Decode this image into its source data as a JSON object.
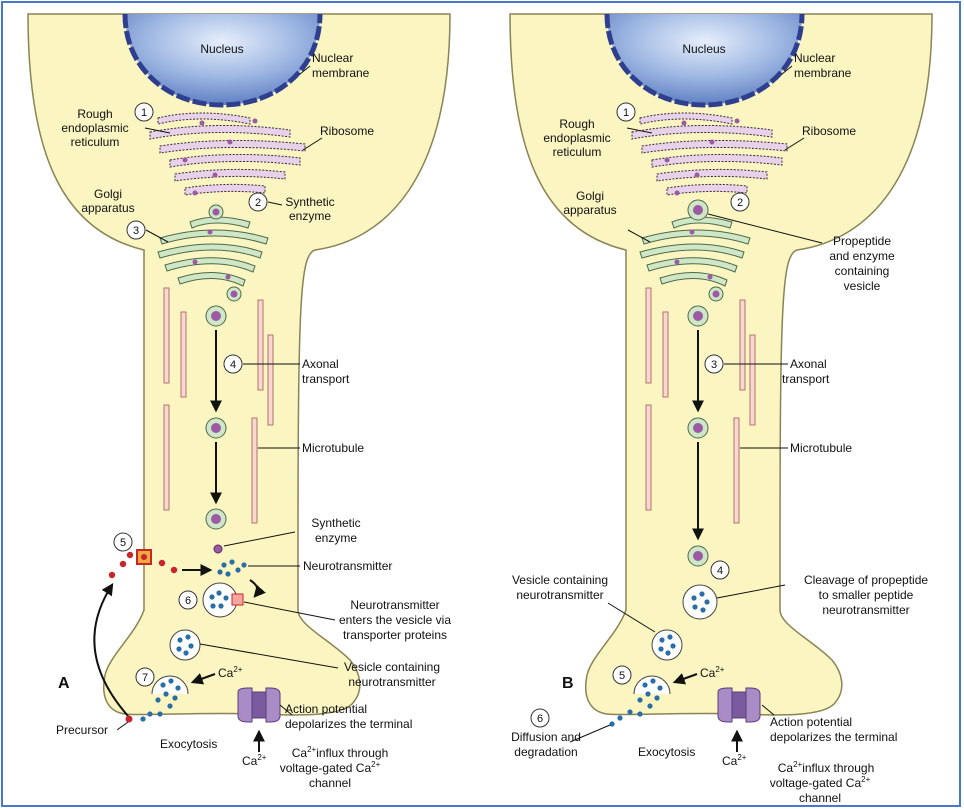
{
  "panel_a": {
    "letter": "A",
    "nucleus": "Nucleus",
    "nuclear_membrane": [
      "Nuclear",
      "membrane"
    ],
    "rough_er": [
      "Rough",
      "endoplasmic",
      "reticulum"
    ],
    "ribosome": "Ribosome",
    "golgi": [
      "Golgi",
      "apparatus"
    ],
    "synthetic_enzyme_top": [
      "Synthetic",
      "enzyme"
    ],
    "axonal_transport": [
      "Axonal",
      "transport"
    ],
    "microtubule": "Microtubule",
    "synthetic_enzyme_bottom": [
      "Synthetic",
      "enzyme"
    ],
    "neurotransmitter": "Neurotransmitter",
    "transporter": [
      "Neurotransmitter",
      "enters the vesicle via",
      "transporter proteins"
    ],
    "vesicle_containing": [
      "Vesicle containing",
      "neurotransmitter"
    ],
    "action_potential": [
      "Action potential",
      "depolarizes the terminal"
    ],
    "precursor": "Precursor",
    "exocytosis": "Exocytosis",
    "ca_influx": [
      "influx through",
      "voltage-gated Ca",
      "channel"
    ],
    "ca_ion": "Ca",
    "ca_sup": "2+",
    "steps": [
      "1",
      "2",
      "3",
      "4",
      "5",
      "6",
      "7"
    ]
  },
  "panel_b": {
    "letter": "B",
    "nucleus": "Nucleus",
    "nuclear_membrane": [
      "Nuclear",
      "membrane"
    ],
    "rough_er": [
      "Rough",
      "endoplasmic",
      "reticulum"
    ],
    "ribosome": "Ribosome",
    "golgi": [
      "Golgi",
      "apparatus"
    ],
    "propeptide_vesicle": [
      "Propeptide",
      "and enzyme",
      "containing",
      "vesicle"
    ],
    "axonal_transport": [
      "Axonal",
      "transport"
    ],
    "microtubule": "Microtubule",
    "vesicle_containing": [
      "Vesicle containing",
      "neurotransmitter"
    ],
    "cleavage": [
      "Cleavage of propeptide",
      "to smaller peptide",
      "neurotransmitter"
    ],
    "action_potential": [
      "Action potential",
      "depolarizes the terminal"
    ],
    "diffusion": [
      "Diffusion and",
      "degradation"
    ],
    "exocytosis": "Exocytosis",
    "ca_influx": [
      "influx through",
      "voltage-gated Ca",
      "channel"
    ],
    "ca_ion": "Ca",
    "ca_sup": "2+",
    "steps": [
      "1",
      "2",
      "3",
      "4",
      "5",
      "6"
    ]
  },
  "colors": {
    "cytoplasm": "#fbf5c2",
    "outline": "#8a8455",
    "nucleus": "#7f9fd6",
    "nuclear_membrane": "#2e3f8f",
    "er": "#e7d2e9",
    "golgi": "#cfe6c7",
    "microtubule": "#f7d9d2",
    "granule": "#9b5aa3",
    "neurotransmitter": "#2a6ea8",
    "precursor": "#c8252a",
    "channel": "#a98cc6",
    "border": "#4a78c8"
  }
}
